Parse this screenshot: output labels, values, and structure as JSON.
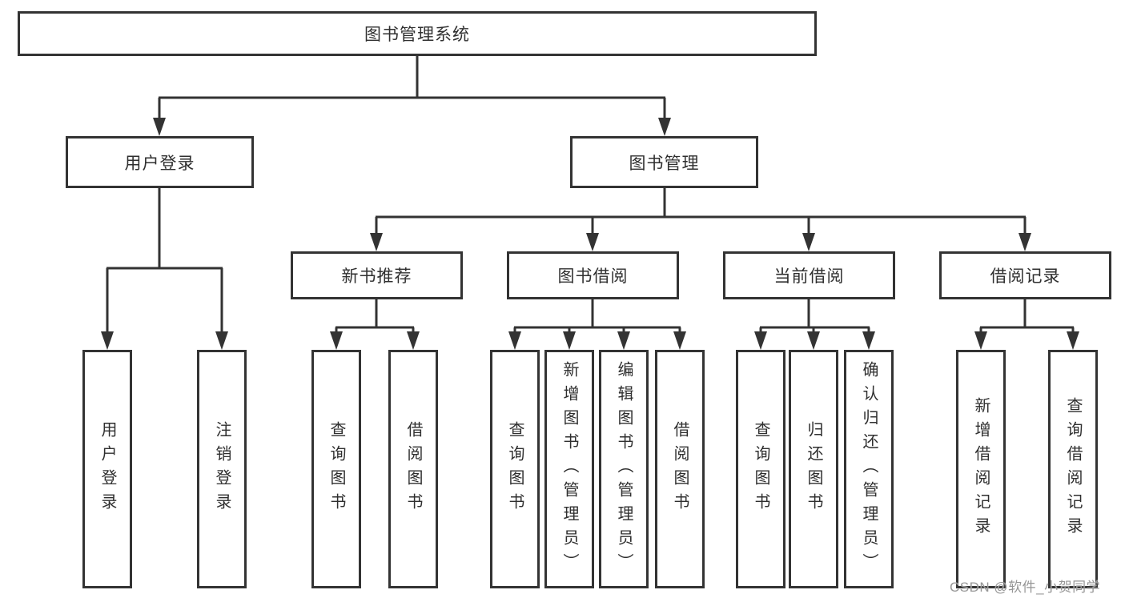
{
  "tree": {
    "root": {
      "label": "图书管理系统"
    },
    "login": {
      "label": "用户登录",
      "children": [
        {
          "label": "用户登录"
        },
        {
          "label": "注销登录"
        }
      ]
    },
    "management": {
      "label": "图书管理",
      "sections": [
        {
          "label": "新书推荐",
          "children": [
            {
              "label": "查询图书"
            },
            {
              "label": "借阅图书"
            }
          ]
        },
        {
          "label": "图书借阅",
          "children": [
            {
              "label": "查询图书"
            },
            {
              "label": "新增图书（管理员）"
            },
            {
              "label": "编辑图书（管理员）"
            },
            {
              "label": "借阅图书"
            }
          ]
        },
        {
          "label": "当前借阅",
          "children": [
            {
              "label": "查询图书"
            },
            {
              "label": "归还图书"
            },
            {
              "label": "确认归还（管理员）"
            }
          ]
        },
        {
          "label": "借阅记录",
          "children": [
            {
              "label": "新增借阅记录"
            },
            {
              "label": "查询借阅记录"
            }
          ]
        }
      ]
    }
  },
  "watermark": {
    "text": "CSDN @软件_小贺同学"
  },
  "colors": {
    "line": "#333333",
    "text": "#2f2f2f",
    "watermark": "#969696"
  }
}
